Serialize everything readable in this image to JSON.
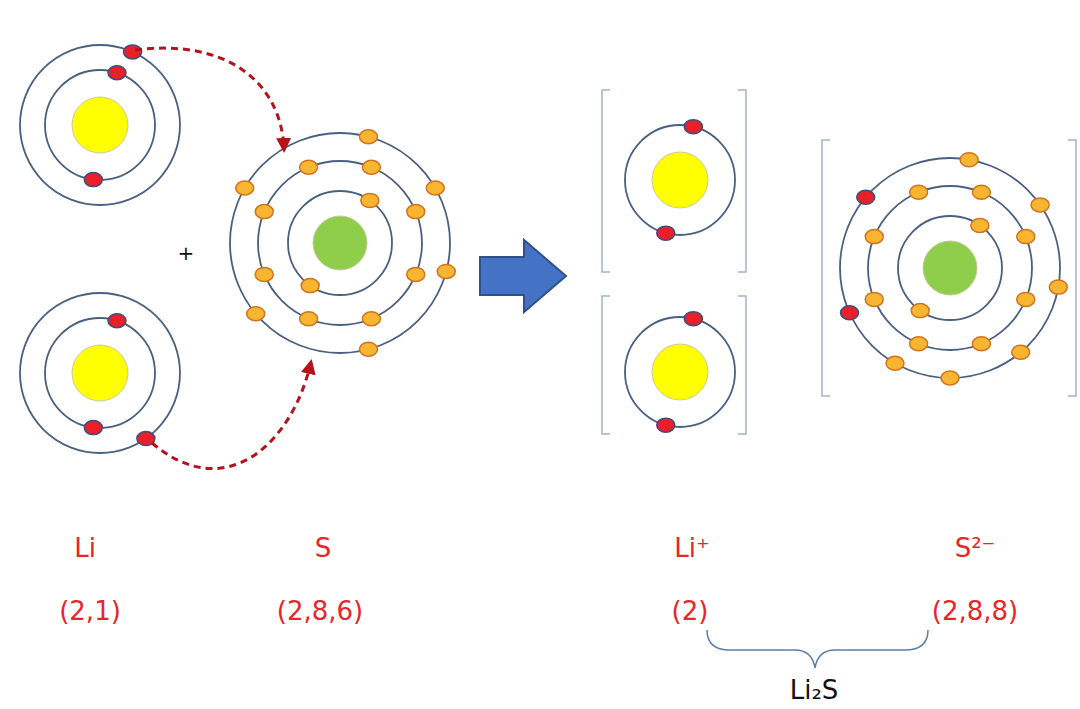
{
  "diagram": {
    "labels": [
      "+",
      "Li",
      "S",
      "Li⁺",
      "S²⁻",
      "(2,1)",
      "(2,8,6)",
      "(2)",
      "(2,8,8)",
      "Li₂S"
    ]
  }
}
